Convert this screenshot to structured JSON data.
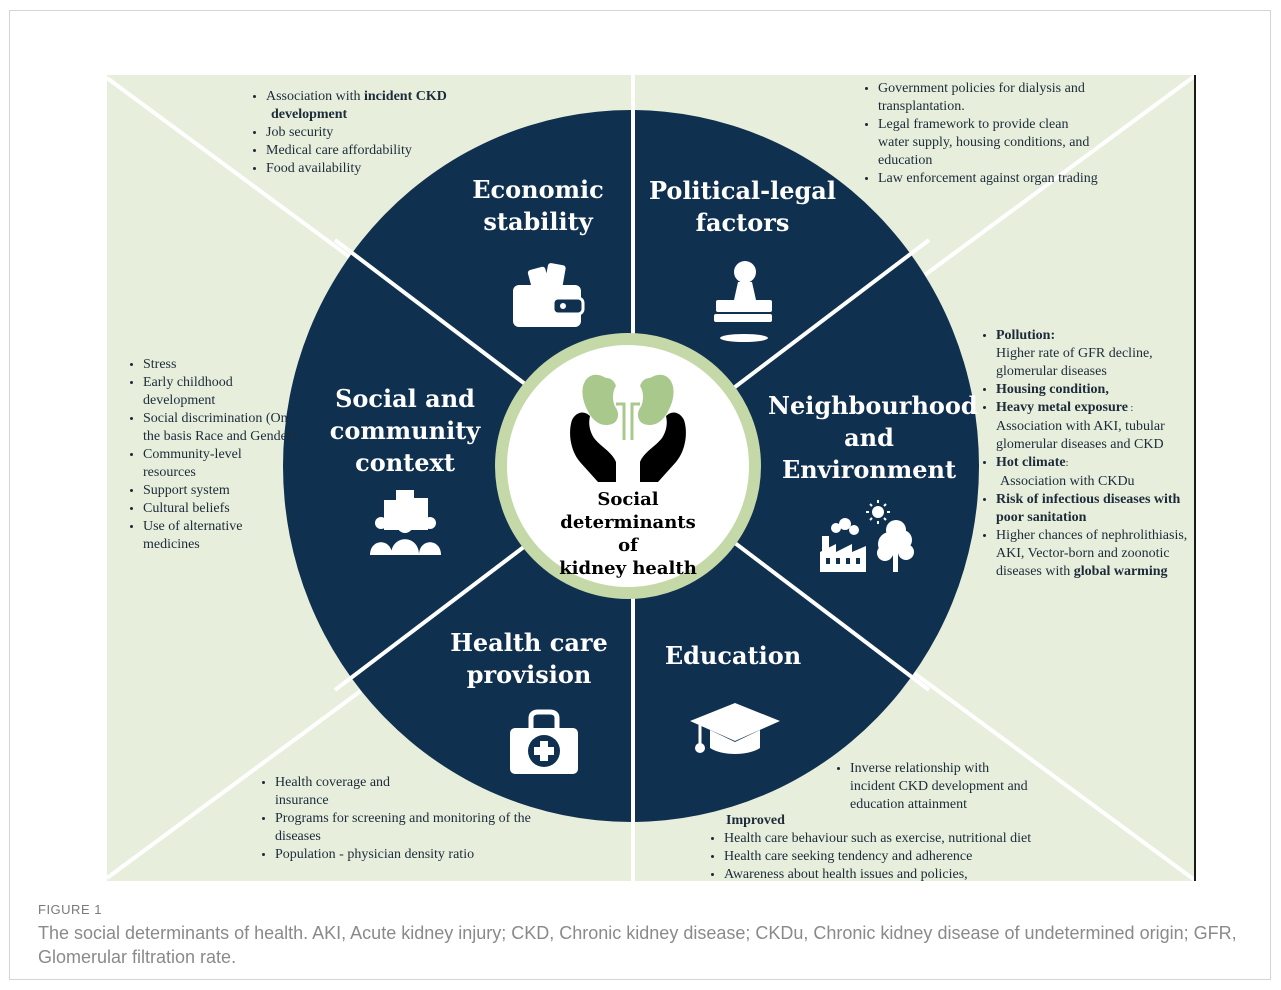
{
  "colors": {
    "panel_bg": "#e7efdc",
    "wheel": "#10304f",
    "ring": "#c5d9a8",
    "white": "#ffffff"
  },
  "segments": {
    "economic": {
      "title_l1": "Economic",
      "title_l2": "stability",
      "icon": "wallet-icon"
    },
    "political": {
      "title_l1": "Political-legal",
      "title_l2": "factors",
      "icon": "stamp-icon"
    },
    "neighbourhood": {
      "title_l1": "Neighbourhood",
      "title_l2": "and",
      "title_l3": "Environment",
      "icon": "factory-tree-icon"
    },
    "education": {
      "title_l1": "Education",
      "icon": "graduation-cap-icon"
    },
    "healthcare": {
      "title_l1": "Health care",
      "title_l2": "provision",
      "icon": "medical-kit-icon"
    },
    "social": {
      "title_l1": "Social and",
      "title_l2": "community",
      "title_l3": "context",
      "icon": "community-icon"
    }
  },
  "center": {
    "l1": "Social",
    "l2": "determinants of",
    "l3": "kidney health",
    "icon": "kidney-hands-icon"
  },
  "notes": {
    "economic": {
      "b1_pre": "Association with ",
      "b1_bold": "incident CKD",
      "b1_bold2": "development",
      "b2": "Job security",
      "b3": "Medical care affordability",
      "b4": "Food availability"
    },
    "political": {
      "b1": "Government policies for dialysis and transplantation.",
      "b2": "Legal framework to provide clean water supply, housing conditions, and education",
      "b3": "Law enforcement against organ trading"
    },
    "neighbourhood": {
      "b1_bold": "Pollution:",
      "b1_text": "Higher rate of GFR decline, glomerular diseases",
      "b2_bold": "Housing condition,",
      "b3_bold": "Heavy metal exposure",
      "b3_colon": " :",
      "b3_text": "Association with AKI, tubular glomerular diseases and CKD",
      "b4_bold": "Hot climate",
      "b4_colon": ":",
      "b4_text": "Association with CKDu",
      "b5_bold": "Risk of infectious diseases with poor sanitation",
      "b6_text": "Higher chances of nephrolithiasis, AKI, Vector-born and zoonotic diseases with ",
      "b6_bold": "global warming"
    },
    "social": {
      "b1": "Stress",
      "b2": "Early childhood development",
      "b3": "Social discrimination (On the basis Race and Gender)",
      "b4": "Community-level resources",
      "b5": "Support system",
      "b6": "Cultural beliefs",
      "b7": "Use of alternative medicines"
    },
    "healthcare": {
      "b1": "Health coverage and insurance",
      "b2": "Programs for screening and monitoring of the diseases",
      "b3": "Population - physician density ratio"
    },
    "education": {
      "b1": "Inverse relationship with incident CKD development and education attainment",
      "improved": "Improved",
      "b2": "Health care behaviour such as exercise, nutritional diet",
      "b3": "Health care seeking tendency and adherence",
      "b4": "Awareness about health issues and policies,"
    }
  },
  "caption": {
    "label": "FIGURE 1",
    "text": "The social determinants of health. AKI, Acute kidney injury; CKD, Chronic kidney disease; CKDu, Chronic kidney disease of undetermined origin; GFR, Glomerular filtration rate."
  }
}
